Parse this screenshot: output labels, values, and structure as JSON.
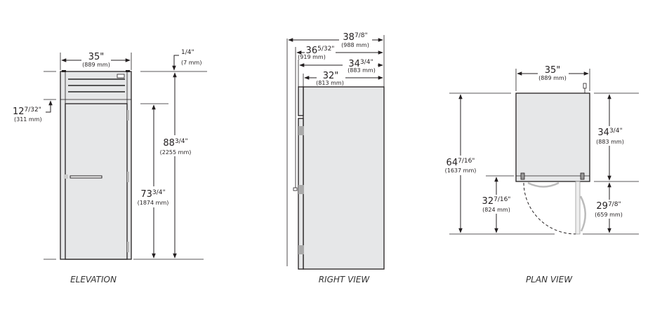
{
  "views": {
    "elevation": {
      "caption": "ELEVATION",
      "width": {
        "whole": "35\"",
        "frac": "",
        "mm": "(889 mm)"
      },
      "top_offset": {
        "whole": "",
        "frac": "1/4\"",
        "mm": "(7 mm)"
      },
      "total_height": {
        "whole": "88",
        "frac": "3/4\"",
        "mm": "(2255 mm)"
      },
      "door_height": {
        "whole": "73",
        "frac": "3/4\"",
        "mm": "(1874 mm)"
      },
      "grille_height": {
        "whole": "12",
        "frac": "7/32\"",
        "mm": "(311 mm)"
      }
    },
    "right_view": {
      "caption": "RIGHT VIEW",
      "depth_overall": {
        "whole": "38",
        "frac": "7/8\"",
        "mm": "(988 mm)"
      },
      "depth_handle": {
        "whole": "36",
        "frac": "5/32\"",
        "mm": "(919 mm)"
      },
      "depth_door": {
        "whole": "34",
        "frac": "3/4\"",
        "mm": "(883 mm)"
      },
      "depth_body": {
        "whole": "32\"",
        "frac": "",
        "mm": "(813 mm)"
      }
    },
    "plan_view": {
      "caption": "PLAN VIEW",
      "width": {
        "whole": "35\"",
        "frac": "",
        "mm": "(889 mm)"
      },
      "total_depth": {
        "whole": "64",
        "frac": "7/16\"",
        "mm": "(1637 mm)"
      },
      "door_swing": {
        "whole": "32",
        "frac": "7/16\"",
        "mm": "(824 mm)"
      },
      "cabinet_depth": {
        "whole": "34",
        "frac": "3/4\"",
        "mm": "(883 mm)"
      },
      "door_clearance": {
        "whole": "29",
        "frac": "7/8\"",
        "mm": "(659 mm)"
      }
    }
  },
  "colors": {
    "line": "#231f20",
    "cabinet": "#e6e7e8"
  }
}
